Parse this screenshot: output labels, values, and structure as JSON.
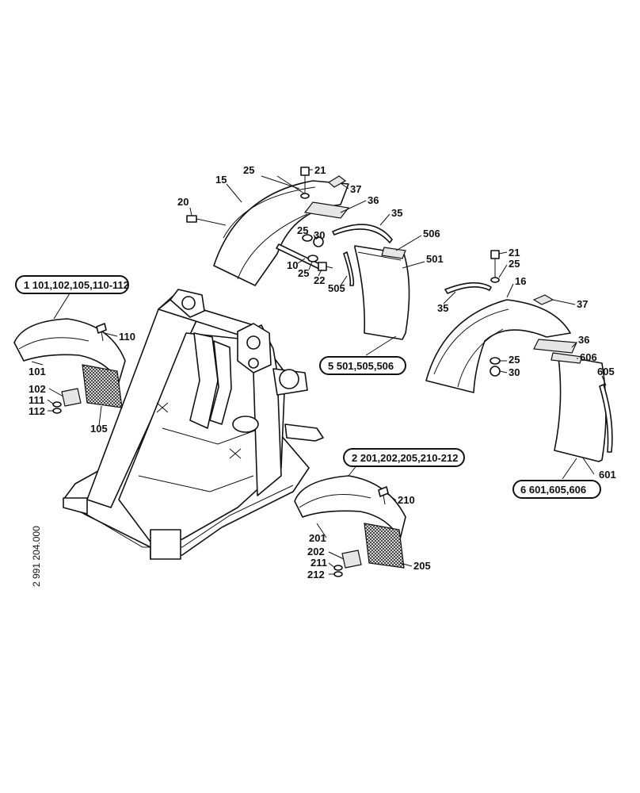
{
  "drawing_number": "2 991 204.000",
  "group_labels": [
    {
      "id": "grp-1",
      "text": "1 101,102,105,110-112"
    },
    {
      "id": "grp-2",
      "text": "2 201,202,205,210-212"
    },
    {
      "id": "grp-5",
      "text": "5 501,505,506"
    },
    {
      "id": "grp-6",
      "text": "6 601,605,606"
    }
  ],
  "callouts": [
    {
      "id": "c-15",
      "text": "15"
    },
    {
      "id": "c-25a",
      "text": "25"
    },
    {
      "id": "c-21a",
      "text": "21"
    },
    {
      "id": "c-37a",
      "text": "37"
    },
    {
      "id": "c-36a",
      "text": "36"
    },
    {
      "id": "c-20",
      "text": "20"
    },
    {
      "id": "c-35a",
      "text": "35"
    },
    {
      "id": "c-506",
      "text": "506"
    },
    {
      "id": "c-25b",
      "text": "25"
    },
    {
      "id": "c-30a",
      "text": "30"
    },
    {
      "id": "c-501",
      "text": "501"
    },
    {
      "id": "c-10",
      "text": "10"
    },
    {
      "id": "c-25c",
      "text": "25"
    },
    {
      "id": "c-22",
      "text": "22"
    },
    {
      "id": "c-505",
      "text": "505"
    },
    {
      "id": "c-21b",
      "text": "21"
    },
    {
      "id": "c-25d",
      "text": "25"
    },
    {
      "id": "c-16",
      "text": "16"
    },
    {
      "id": "c-35b",
      "text": "35"
    },
    {
      "id": "c-37b",
      "text": "37"
    },
    {
      "id": "c-36b",
      "text": "36"
    },
    {
      "id": "c-606",
      "text": "606"
    },
    {
      "id": "c-25e",
      "text": "25"
    },
    {
      "id": "c-30b",
      "text": "30"
    },
    {
      "id": "c-605",
      "text": "605"
    },
    {
      "id": "c-601",
      "text": "601"
    },
    {
      "id": "c-110",
      "text": "110"
    },
    {
      "id": "c-101",
      "text": "101"
    },
    {
      "id": "c-102",
      "text": "102"
    },
    {
      "id": "c-111",
      "text": "111"
    },
    {
      "id": "c-112",
      "text": "112"
    },
    {
      "id": "c-105",
      "text": "105"
    },
    {
      "id": "c-210",
      "text": "210"
    },
    {
      "id": "c-201",
      "text": "201"
    },
    {
      "id": "c-202",
      "text": "202"
    },
    {
      "id": "c-211",
      "text": "211"
    },
    {
      "id": "c-212",
      "text": "212"
    },
    {
      "id": "c-205",
      "text": "205"
    }
  ]
}
